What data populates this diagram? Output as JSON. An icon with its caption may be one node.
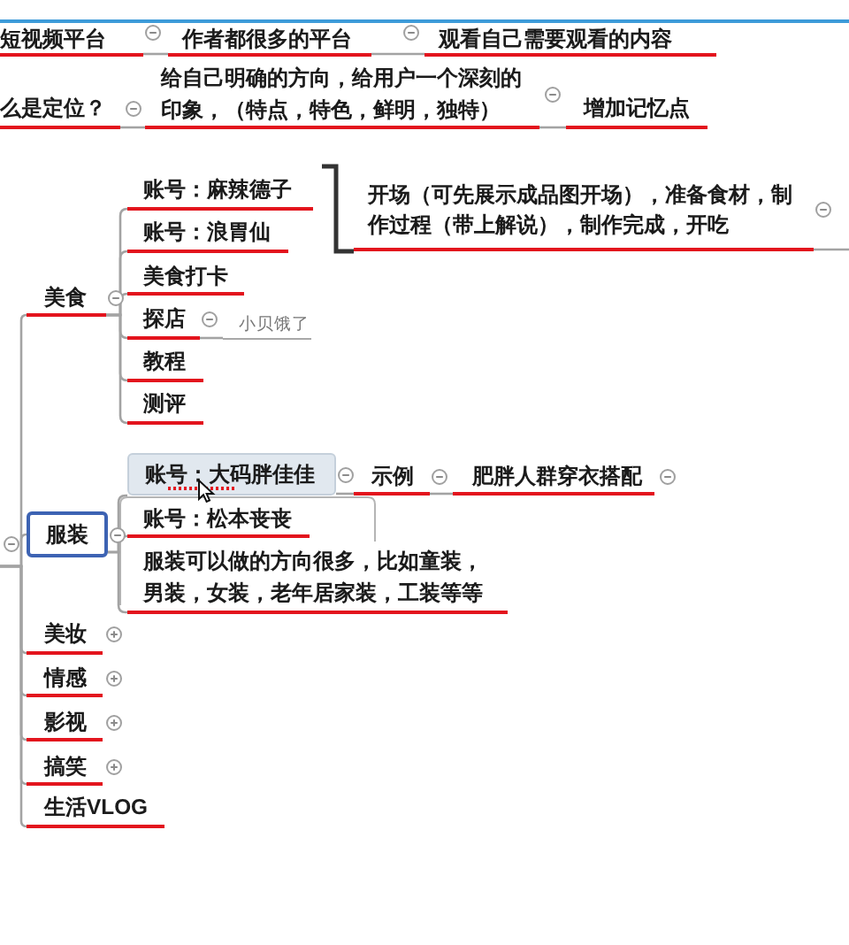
{
  "diagram": {
    "nodes": [
      {
        "text": [
          "短视频平台"
        ]
      },
      {
        "text": [
          "作者都很多的平台"
        ]
      },
      {
        "text": [
          "观看自己需要观看的内容"
        ]
      },
      {
        "text": [
          "么是定位？"
        ]
      },
      {
        "text": [
          "给自己明确的方向，给用户一个深刻的印象，（特点，特色，鲜明，独特）"
        ]
      },
      {
        "text": [
          "增加记忆点"
        ]
      },
      {
        "text": [
          "美食"
        ]
      },
      {
        "text": [
          "账号：麻辣德子"
        ]
      },
      {
        "text": [
          "账号：浪胃仙"
        ]
      },
      {
        "text": [
          "开场（可先展示成品图开场），准备食材，制作过程（带上解说），制作完成，开吃"
        ]
      },
      {
        "text": [
          "美食打卡"
        ]
      },
      {
        "text": [
          "探店"
        ]
      },
      {
        "text": [
          "小贝饿了"
        ]
      },
      {
        "text": [
          "教程"
        ]
      },
      {
        "text": [
          "测评"
        ]
      },
      {
        "text": [
          "服装"
        ]
      },
      {
        "text": [
          "账号：大码胖佳佳"
        ]
      },
      {
        "text": [
          "示例"
        ]
      },
      {
        "text": [
          "肥胖人群穿衣搭配"
        ]
      },
      {
        "text": [
          "账号：松本丧丧"
        ]
      },
      {
        "text": [
          "服装可以做的方向很多，比如童装，男装，女装，老年居家装，工装等等"
        ]
      },
      {
        "text": [
          "美妆"
        ]
      },
      {
        "text": [
          "情感"
        ]
      },
      {
        "text": [
          "影视"
        ]
      },
      {
        "text": [
          "搞笑"
        ]
      },
      {
        "text": [
          "生活VLOG"
        ]
      }
    ],
    "edges": [
      {
        "from": 0,
        "to": 1,
        "arrow": "none"
      },
      {
        "from": 1,
        "to": 2,
        "arrow": "none"
      },
      {
        "from": 3,
        "to": 4,
        "arrow": "none"
      },
      {
        "from": 4,
        "to": 5,
        "arrow": "none"
      },
      {
        "from": null,
        "to": 6,
        "arrow": "none"
      },
      {
        "from": 6,
        "to": 7,
        "arrow": "none"
      },
      {
        "from": 6,
        "to": 8,
        "arrow": "none"
      },
      {
        "from": 9,
        "to": null,
        "arrow": "none"
      },
      {
        "from": 6,
        "to": 10,
        "arrow": "none"
      },
      {
        "from": 6,
        "to": 11,
        "arrow": "none"
      },
      {
        "from": 11,
        "to": 12,
        "arrow": "none"
      },
      {
        "from": 6,
        "to": 13,
        "arrow": "none"
      },
      {
        "from": 6,
        "to": 14,
        "arrow": "none"
      },
      {
        "from": null,
        "to": 15,
        "arrow": "none"
      },
      {
        "from": 15,
        "to": 16,
        "arrow": "none"
      },
      {
        "from": 16,
        "to": 17,
        "arrow": "none"
      },
      {
        "from": 17,
        "to": 18,
        "arrow": "none"
      },
      {
        "from": 15,
        "to": 19,
        "arrow": "none"
      },
      {
        "from": 15,
        "to": 20,
        "arrow": "none"
      },
      {
        "from": null,
        "to": 21,
        "arrow": "none"
      },
      {
        "from": null,
        "to": 22,
        "arrow": "none"
      },
      {
        "from": null,
        "to": 23,
        "arrow": "none"
      },
      {
        "from": null,
        "to": 24,
        "arrow": "none"
      },
      {
        "from": null,
        "to": 25,
        "arrow": "none"
      }
    ]
  }
}
